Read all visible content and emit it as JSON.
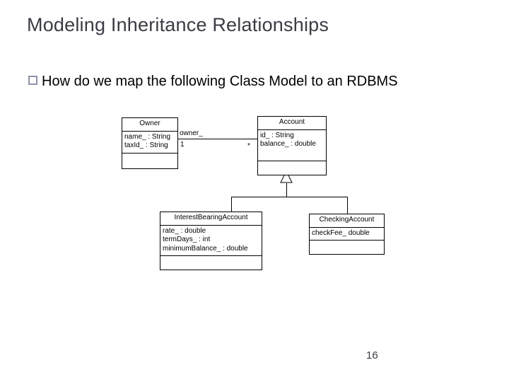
{
  "slide": {
    "title": "Modeling Inheritance Relationships",
    "page_number": "16",
    "bullet": {
      "glyph": "hollow-square",
      "glyph_color": "#8b93a8",
      "text": "How do we map the following Class Model to an RDBMS"
    }
  },
  "diagram": {
    "type": "uml-class-diagram",
    "classes": [
      {
        "id": "owner",
        "name": "Owner",
        "attributes": [
          "name_ : String",
          "taxId_ : String"
        ],
        "operations": []
      },
      {
        "id": "account",
        "name": "Account",
        "attributes": [
          "id_ : String",
          "balance_ : double"
        ],
        "operations": []
      },
      {
        "id": "interest_bearing_account",
        "name": "InterestBearingAccount",
        "attributes": [
          "rate_ : double",
          "termDays_ : int",
          "minimumBalance_ : double"
        ],
        "operations": []
      },
      {
        "id": "checking_account",
        "name": "CheckingAccount",
        "attributes": [
          "checkFee_ double"
        ],
        "operations": []
      }
    ],
    "association": {
      "from": "Owner",
      "to": "Account",
      "role_label": "owner_",
      "multiplicity_source": "1",
      "multiplicity_target": "*"
    },
    "generalization": {
      "parent": "Account",
      "children": [
        "InterestBearingAccount",
        "CheckingAccount"
      ],
      "arrow": "hollow-triangle"
    }
  }
}
